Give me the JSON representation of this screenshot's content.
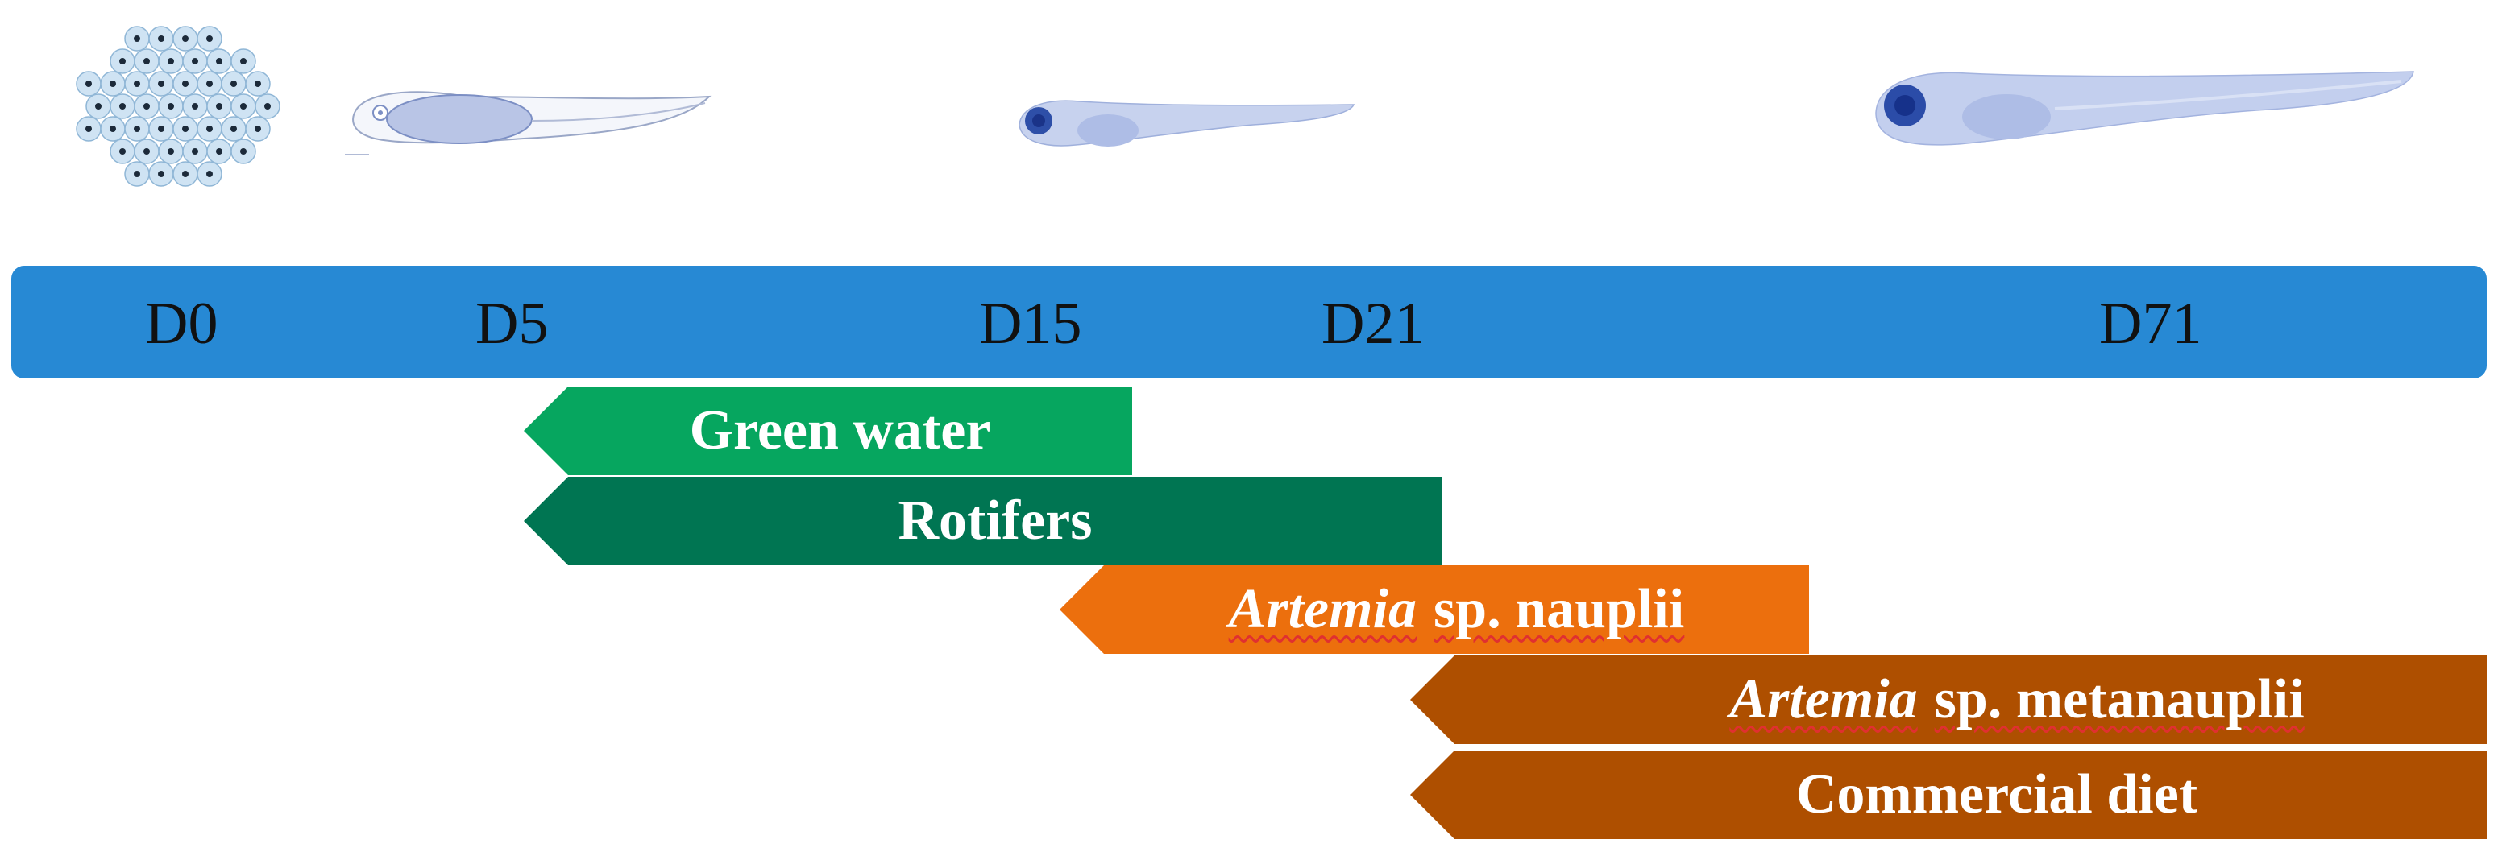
{
  "colors": {
    "timeline": "#2789d4",
    "green_water": "#06a65f",
    "rotifers": "#007552",
    "nauplii": "#ec6f0d",
    "metanauplii": "#ae4f00",
    "commercial": "#ae4f00",
    "larva": "#8fa6d8"
  },
  "timeline": {
    "days": [
      "D0",
      "D5",
      "D15",
      "D21",
      "D71"
    ]
  },
  "stages": [
    {
      "name": "eggs-image"
    },
    {
      "name": "early-larva-image"
    },
    {
      "name": "larva-image"
    },
    {
      "name": "juvenile-image"
    }
  ],
  "feeds": [
    {
      "italic": "",
      "text": "Green water",
      "start": "D5",
      "end": "D15"
    },
    {
      "italic": "",
      "text": "Rotifers",
      "start": "D5",
      "end": "D21"
    },
    {
      "italic": "Artemia",
      "text": "sp. nauplii",
      "start": "D15",
      "end": "D21"
    },
    {
      "italic": "Artemia",
      "text": "sp. metanauplii",
      "start": "D21",
      "end": "D71"
    },
    {
      "italic": "",
      "text": "Commercial diet",
      "start": "D21",
      "end": "D71"
    }
  ]
}
